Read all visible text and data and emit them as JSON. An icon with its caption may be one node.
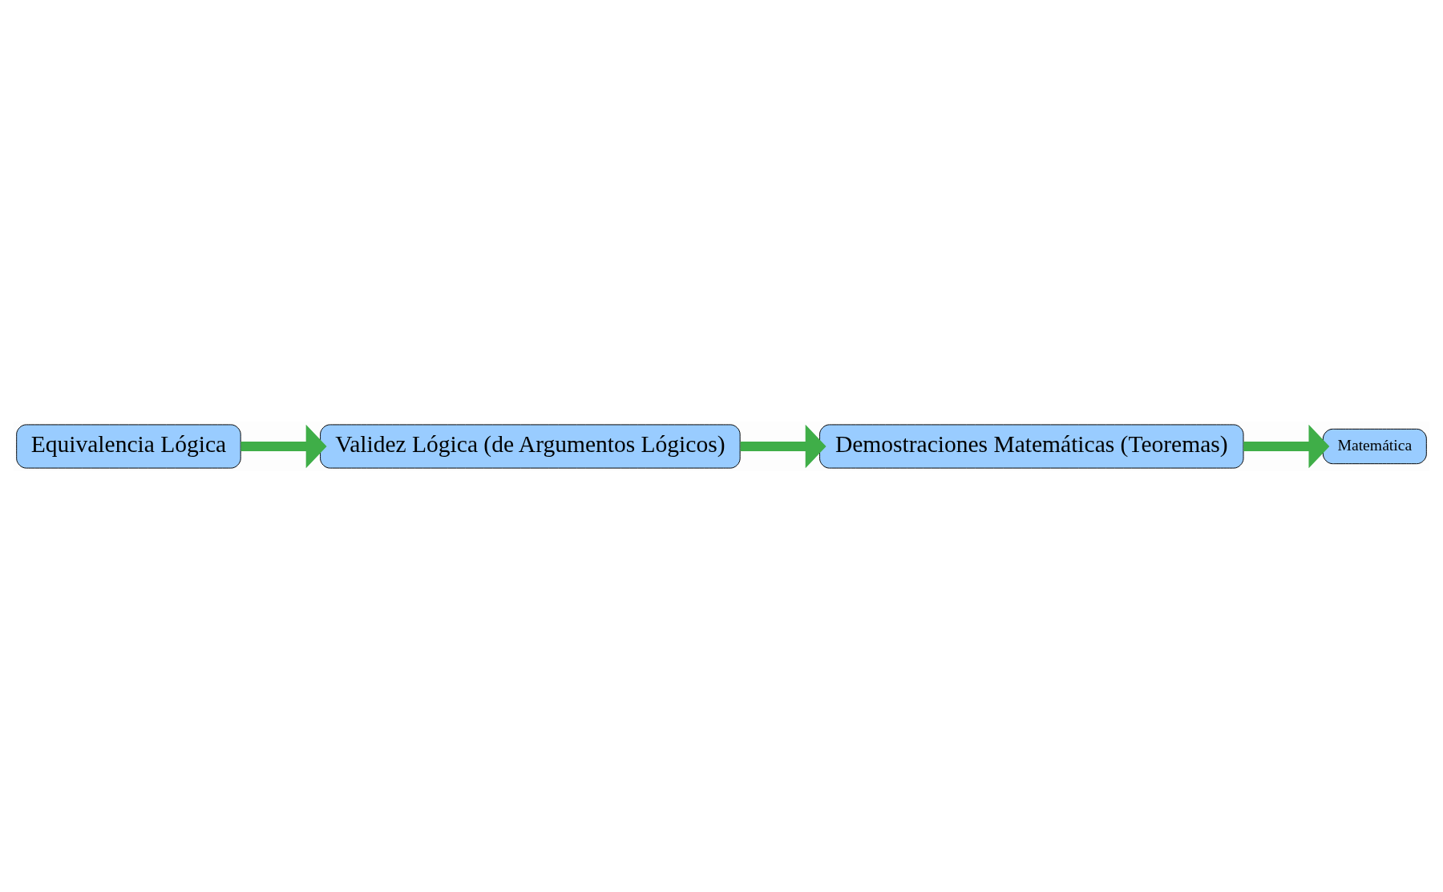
{
  "diagram": {
    "nodes": [
      {
        "text": [
          "Equivalencia Lógica"
        ]
      },
      {
        "text": [
          "Validez Lógica (de Argumentos Lógicos)"
        ]
      },
      {
        "text": [
          "Demostraciones Matemáticas (Teoremas)"
        ]
      },
      {
        "text": [
          "Matemática"
        ]
      }
    ],
    "edges": [
      {
        "from": 0,
        "to": 1,
        "arrow": "to"
      },
      {
        "from": 1,
        "to": 2,
        "arrow": "to"
      },
      {
        "from": 2,
        "to": 3,
        "arrow": "to"
      }
    ]
  }
}
